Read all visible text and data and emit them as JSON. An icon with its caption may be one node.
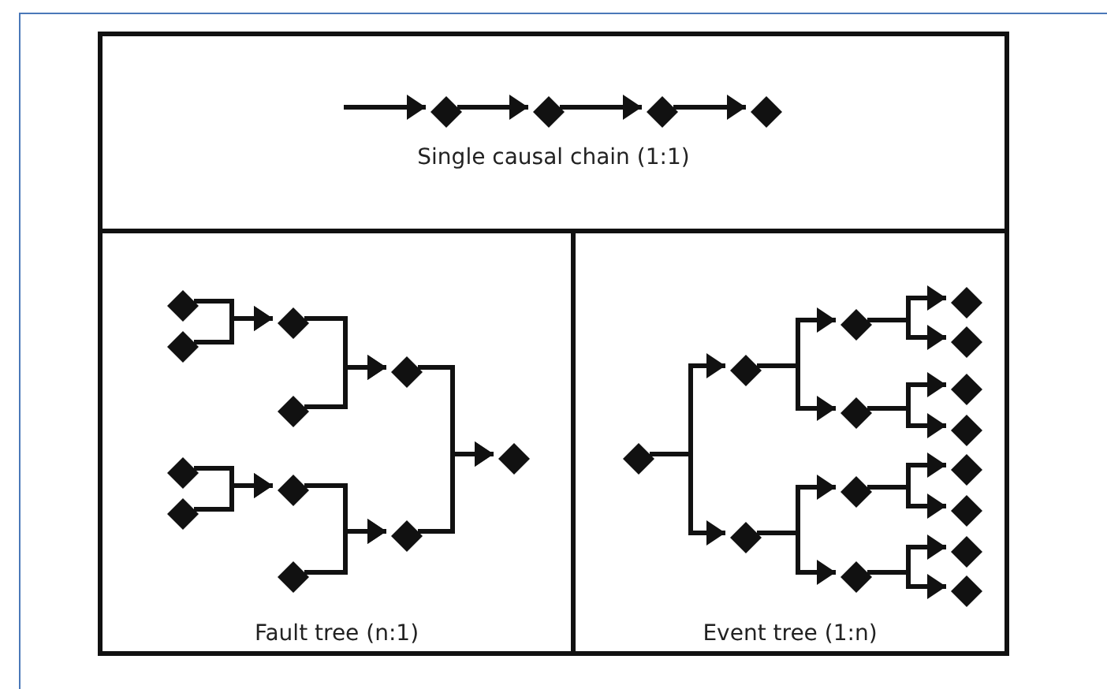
{
  "diagram": {
    "nodes": [
      {
        "text": [
          "Single causal chain (1:1)"
        ]
      },
      {
        "text": [
          "Fault tree (n:1)"
        ]
      },
      {
        "text": [
          "Event tree (1:n)"
        ]
      },
      {
        "text": [],
        "shape": "diamond",
        "in": 0
      },
      {
        "text": [],
        "shape": "diamond",
        "in": 0
      },
      {
        "text": [],
        "shape": "diamond",
        "in": 0
      },
      {
        "text": [],
        "shape": "diamond",
        "in": 0
      },
      {
        "text": [],
        "shape": "diamond",
        "in": 1
      },
      {
        "text": [],
        "shape": "diamond",
        "in": 1
      },
      {
        "text": [],
        "shape": "diamond",
        "in": 1
      },
      {
        "text": [],
        "shape": "diamond",
        "in": 1
      },
      {
        "text": [],
        "shape": "diamond",
        "in": 1
      },
      {
        "text": [],
        "shape": "diamond",
        "in": 1
      },
      {
        "text": [],
        "shape": "diamond",
        "in": 1
      },
      {
        "text": [],
        "shape": "diamond",
        "in": 1
      },
      {
        "text": [],
        "shape": "diamond",
        "in": 1
      },
      {
        "text": [],
        "shape": "diamond",
        "in": 1
      },
      {
        "text": [],
        "shape": "diamond",
        "in": 1
      },
      {
        "text": [],
        "shape": "diamond",
        "in": 2
      },
      {
        "text": [],
        "shape": "diamond",
        "in": 2
      },
      {
        "text": [],
        "shape": "diamond",
        "in": 2
      },
      {
        "text": [],
        "shape": "diamond",
        "in": 2
      },
      {
        "text": [],
        "shape": "diamond",
        "in": 2
      },
      {
        "text": [],
        "shape": "diamond",
        "in": 2
      },
      {
        "text": [],
        "shape": "diamond",
        "in": 2
      },
      {
        "text": [],
        "shape": "diamond",
        "in": 2
      },
      {
        "text": [],
        "shape": "diamond",
        "in": 2
      },
      {
        "text": [],
        "shape": "diamond",
        "in": 2
      },
      {
        "text": [],
        "shape": "diamond",
        "in": 2
      },
      {
        "text": [],
        "shape": "diamond",
        "in": 2
      },
      {
        "text": [],
        "shape": "diamond",
        "in": 2
      },
      {
        "text": [],
        "shape": "diamond",
        "in": 2
      },
      {
        "text": [],
        "shape": "diamond",
        "in": 2
      }
    ],
    "edges": [
      {
        "from": null,
        "to": 3,
        "arrow": "to"
      },
      {
        "from": 3,
        "to": 4,
        "arrow": "to"
      },
      {
        "from": 4,
        "to": 5,
        "arrow": "to"
      },
      {
        "from": 5,
        "to": 6,
        "arrow": "to"
      },
      {
        "from": 7,
        "to": 9,
        "arrow": "to"
      },
      {
        "from": 8,
        "to": 9,
        "arrow": "to"
      },
      {
        "from": 9,
        "to": 11,
        "arrow": "to"
      },
      {
        "from": 10,
        "to": 11,
        "arrow": "to"
      },
      {
        "from": 12,
        "to": 14,
        "arrow": "to"
      },
      {
        "from": 13,
        "to": 14,
        "arrow": "to"
      },
      {
        "from": 14,
        "to": 16,
        "arrow": "to"
      },
      {
        "from": 15,
        "to": 16,
        "arrow": "to"
      },
      {
        "from": 11,
        "to": 17,
        "arrow": "to"
      },
      {
        "from": 16,
        "to": 17,
        "arrow": "to"
      },
      {
        "from": 18,
        "to": 19,
        "arrow": "to"
      },
      {
        "from": 18,
        "to": 20,
        "arrow": "to"
      },
      {
        "from": 19,
        "to": 21,
        "arrow": "to"
      },
      {
        "from": 19,
        "to": 22,
        "arrow": "to"
      },
      {
        "from": 20,
        "to": 23,
        "arrow": "to"
      },
      {
        "from": 20,
        "to": 24,
        "arrow": "to"
      },
      {
        "from": 21,
        "to": 25,
        "arrow": "to"
      },
      {
        "from": 21,
        "to": 26,
        "arrow": "to"
      },
      {
        "from": 22,
        "to": 27,
        "arrow": "to"
      },
      {
        "from": 22,
        "to": 28,
        "arrow": "to"
      },
      {
        "from": 23,
        "to": 29,
        "arrow": "to"
      },
      {
        "from": 23,
        "to": 30,
        "arrow": "to"
      },
      {
        "from": 24,
        "to": 31,
        "arrow": "to"
      },
      {
        "from": 24,
        "to": 32,
        "arrow": "to"
      }
    ]
  }
}
